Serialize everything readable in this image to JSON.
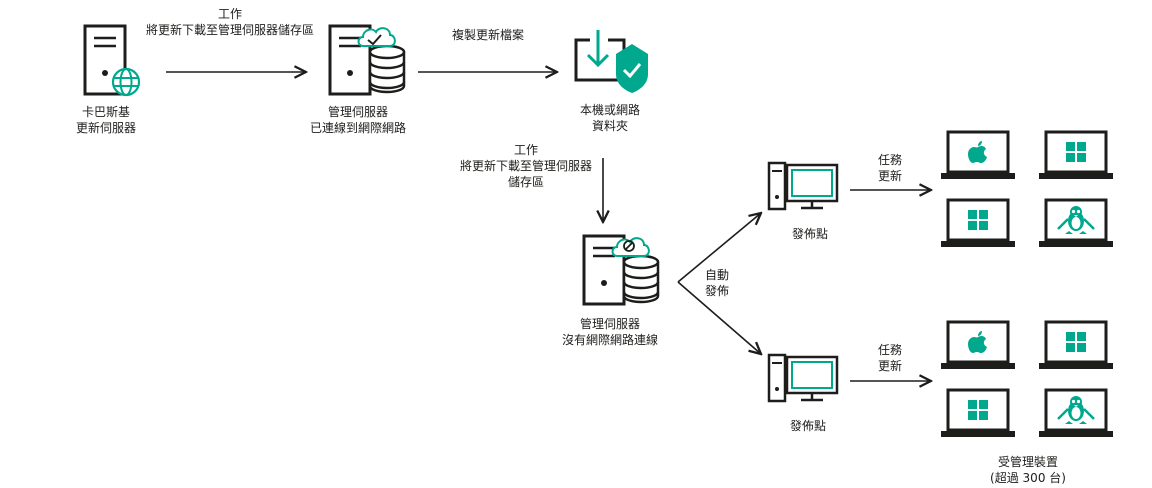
{
  "colors": {
    "ink": "#1d1d1b",
    "accent": "#00a88e",
    "bg": "#ffffff"
  },
  "nodes": {
    "kaspersky_server": {
      "line1": "卡巴斯基",
      "line2": "更新伺服器"
    },
    "admin_connected": {
      "line1": "管理伺服器",
      "line2": "已連線到網際網路"
    },
    "local_folder": {
      "line1": "本機或網路",
      "line2": "資料夾"
    },
    "admin_offline": {
      "line1": "管理伺服器",
      "line2": "沒有網際網路連線"
    },
    "dist_point_1": {
      "label": "發佈點"
    },
    "dist_point_2": {
      "label": "發佈點"
    },
    "managed_devices": {
      "line1": "受管理裝置",
      "line2": "(超過 300 台)"
    }
  },
  "edges": {
    "task_download_1": {
      "line1": "工作",
      "line2": "將更新下載至管理伺服器儲存區"
    },
    "copy_updates": {
      "label": "複製更新檔案"
    },
    "task_download_2": {
      "line1": "工作",
      "line2": "將更新下載至管理伺服器",
      "line3": "儲存區"
    },
    "auto_distribute": {
      "line1": "自動",
      "line2": "發佈"
    },
    "task_update_1": {
      "line1": "任務",
      "line2": "更新"
    },
    "task_update_2": {
      "line1": "任務",
      "line2": "更新"
    }
  },
  "icons": [
    "server-icon",
    "globe-icon",
    "database-icon",
    "cloud-check-icon",
    "cloud-blocked-icon",
    "folder-download-icon",
    "shield-check-icon",
    "desktop-computer-icon",
    "laptop-apple-icon",
    "laptop-windows-icon",
    "laptop-linux-icon"
  ]
}
